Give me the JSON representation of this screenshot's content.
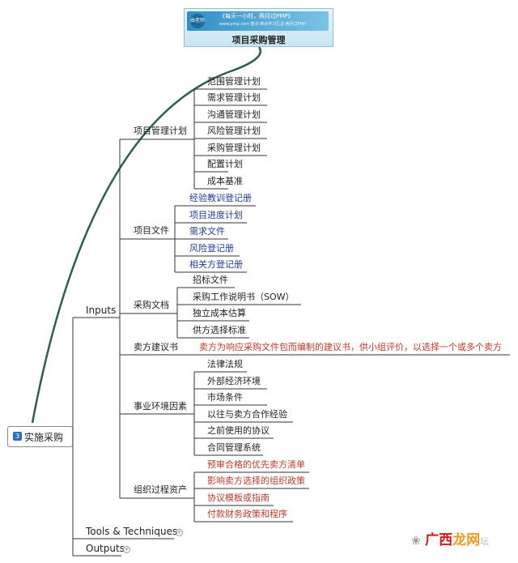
{
  "root": {
    "banner_logo": "由老师",
    "banner_title": "《每天一小时，两月过PMP》",
    "banner_sub": "www.pmp.com  重点·难点学习汇总·两月过PMP",
    "title": "项目采购管理"
  },
  "main": {
    "number": "3",
    "label": "实施采购"
  },
  "branches": {
    "inputs": "Inputs",
    "tools": "Tools & Techniques",
    "outputs": "Outputs"
  },
  "groups": [
    {
      "label": "项目管理计划",
      "items": [
        "范围管理计划",
        "需求管理计划",
        "沟通管理计划",
        "风险管理计划",
        "采购管理计划",
        "配置计划",
        "成本基准"
      ]
    },
    {
      "label": "项目文件",
      "items": [
        "经验教训登记册",
        "项目进度计划",
        "需求文件",
        "风险登记册",
        "相关方登记册"
      ]
    },
    {
      "label": "采购文档",
      "items": [
        "招标文件",
        "采购工作说明书（SOW）",
        "独立成本估算",
        "供方选择标准"
      ]
    },
    {
      "label": "卖方建议书",
      "items": [
        "卖方为响应采购文件包而编制的建议书，供小组评价，以选择一个或多个卖方"
      ]
    },
    {
      "label": "事业环境因素",
      "items": [
        "法律法规",
        "外部经济环境",
        "市场条件",
        "以往与卖方合作经验",
        "之前使用的协议",
        "合同管理系统"
      ]
    },
    {
      "label": "组织过程资产",
      "items": [
        "预审合格的优先卖方清单",
        "影响卖方选择的组织政策",
        "协议模板或指南",
        "付款财务政策和程序"
      ]
    }
  ],
  "watermark": {
    "p1": "广西",
    "p2": "龙网",
    "p3": "坛"
  }
}
